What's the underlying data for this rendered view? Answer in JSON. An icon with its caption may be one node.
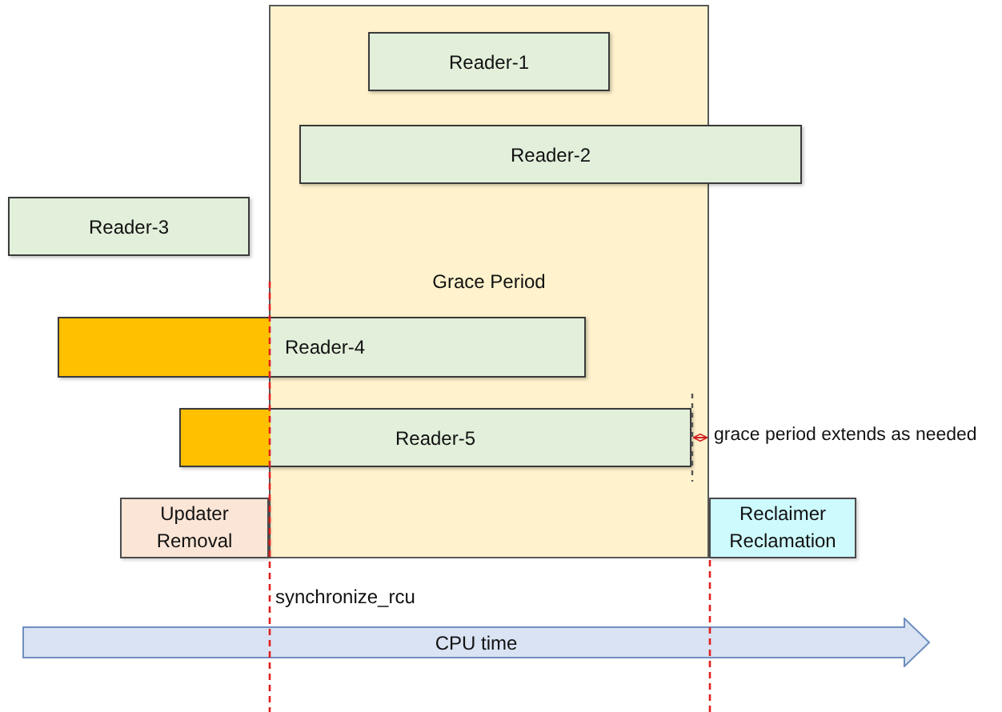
{
  "diagram": {
    "nodes": [
      {
        "text": [
          "Grace Period"
        ]
      },
      {
        "text": [
          "Reader-1"
        ],
        "in": 0
      },
      {
        "text": [
          "Reader-2"
        ]
      },
      {
        "text": [
          "Reader-3"
        ]
      },
      {
        "text": [
          "Reader-4"
        ]
      },
      {
        "text": [
          "Reader-5"
        ]
      },
      {
        "text": [
          "Updater Removal"
        ]
      },
      {
        "text": [
          "Reclaimer Reclamation"
        ]
      },
      {
        "text": [
          "CPU time"
        ]
      }
    ],
    "labels": [
      "synchronize_rcu",
      "grace period extends as needed"
    ]
  }
}
